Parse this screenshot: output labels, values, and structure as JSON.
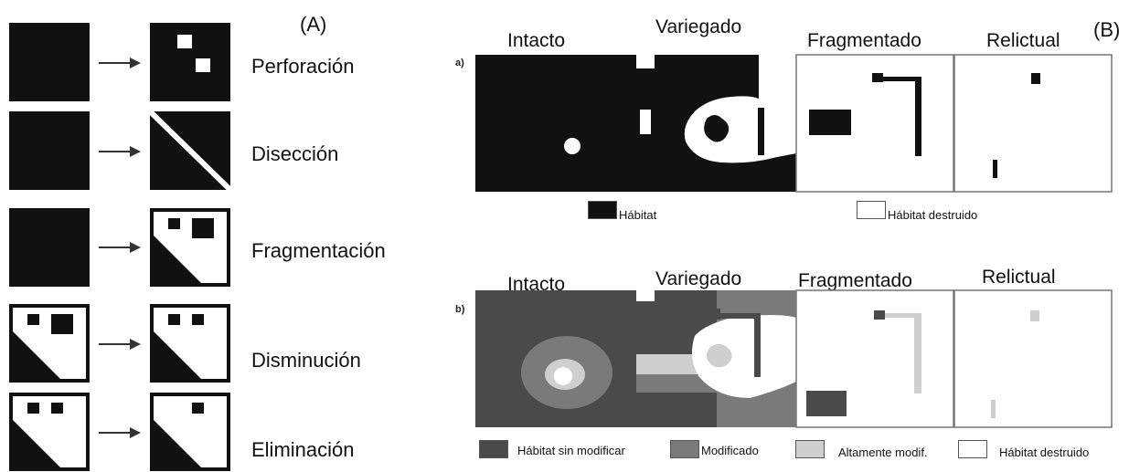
{
  "panel_a": {
    "label": "(A)",
    "processes": [
      "Perforación",
      "Disección",
      "Fragmentación",
      "Disminución",
      "Eliminación"
    ]
  },
  "panel_b": {
    "label": "(B)",
    "row_a": {
      "tag": "a)",
      "columns": [
        "Intacto",
        "Variegado",
        "Fragmentado",
        "Relictual"
      ],
      "legend": [
        "Hábitat",
        "Hábitat destruido"
      ]
    },
    "row_b": {
      "tag": "b)",
      "columns": [
        "Intacto",
        "Variegado",
        "Fragmentado",
        "Relictual"
      ],
      "legend": [
        "Hábitat sin modificar",
        "Modificado",
        "Altamente modif.",
        "Hábitat destruido"
      ]
    }
  },
  "colors": {
    "habitat": "#111111",
    "unmodified": "#4a4a4a",
    "modified": "#7a7a7a",
    "highly_modified": "#cfcfcf",
    "destroyed": "#ffffff"
  }
}
